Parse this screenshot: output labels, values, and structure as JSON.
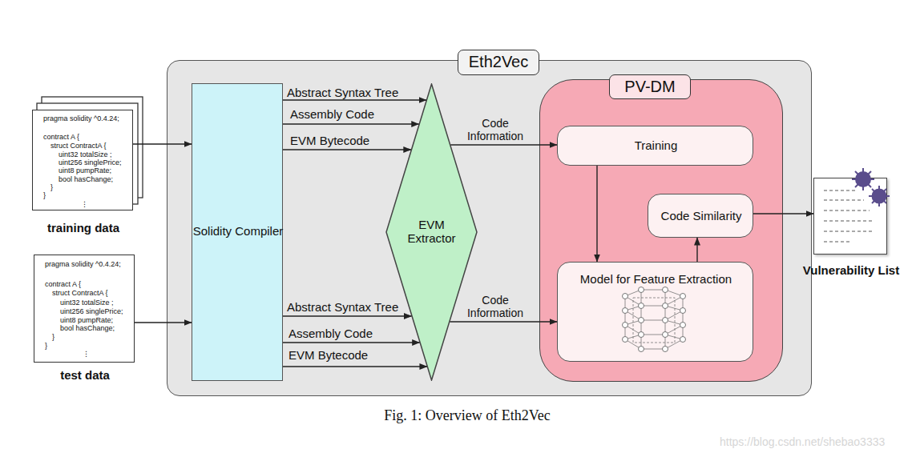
{
  "diagram": {
    "caption": "Fig. 1: Overview of Eth2Vec",
    "nodes": [
      {
        "text": [
          "pragma solidity ^0.4.24;",
          "contract A {",
          "struct ContractA {",
          "uint32 totalSize ;",
          "uint256 singlePrice;",
          "uint8 pumpRate;",
          "bool hasChange;",
          "}",
          "}",
          "⋮",
          "training data"
        ]
      },
      {
        "text": [
          "pragma solidity ^0.4.24;",
          "contract A {",
          "struct ContractA {",
          "uint32 totalSize ;",
          "uint256 singlePrice;",
          "uint8 pumpRate;",
          "bool hasChange;",
          "}",
          "}",
          "⋮",
          "test data"
        ]
      },
      {
        "text": [
          "Eth2Vec"
        ]
      },
      {
        "text": [
          "Solidity Compiler"
        ],
        "in": 2
      },
      {
        "text": [
          "EVM Extractor"
        ],
        "in": 2
      },
      {
        "text": [
          "PV-DM"
        ],
        "in": 2
      },
      {
        "text": [
          "Training"
        ],
        "in": 5
      },
      {
        "text": [
          "Code Similarity"
        ],
        "in": 5
      },
      {
        "text": [
          "Model for Feature Extraction"
        ],
        "in": 5
      },
      {
        "text": [
          "Vulnerability List"
        ]
      }
    ],
    "edges": [
      {
        "from": 0,
        "to": 3,
        "arrow": "to"
      },
      {
        "from": 1,
        "to": 3,
        "arrow": "to"
      },
      {
        "from": 3,
        "to": 4,
        "label": "Abstract Syntax Tree",
        "arrow": "to"
      },
      {
        "from": 3,
        "to": 4,
        "label": "Assembly Code",
        "arrow": "to"
      },
      {
        "from": 3,
        "to": 4,
        "label": "EVM Bytecode",
        "arrow": "to"
      },
      {
        "from": 3,
        "to": 4,
        "label": "Abstract Syntax Tree",
        "arrow": "to"
      },
      {
        "from": 3,
        "to": 4,
        "label": "Assembly Code",
        "arrow": "to"
      },
      {
        "from": 3,
        "to": 4,
        "label": "EVM Bytecode",
        "arrow": "to"
      },
      {
        "from": 4,
        "to": 6,
        "label": "Code Information",
        "arrow": "to"
      },
      {
        "from": 4,
        "to": 8,
        "label": "Code Information",
        "arrow": "to"
      },
      {
        "from": 6,
        "to": 8,
        "arrow": "to"
      },
      {
        "from": 8,
        "to": 7,
        "arrow": "to"
      },
      {
        "from": 7,
        "to": 9,
        "arrow": "to"
      }
    ],
    "labels": [
      "https://blog.csdn.net/shebao3333"
    ]
  }
}
